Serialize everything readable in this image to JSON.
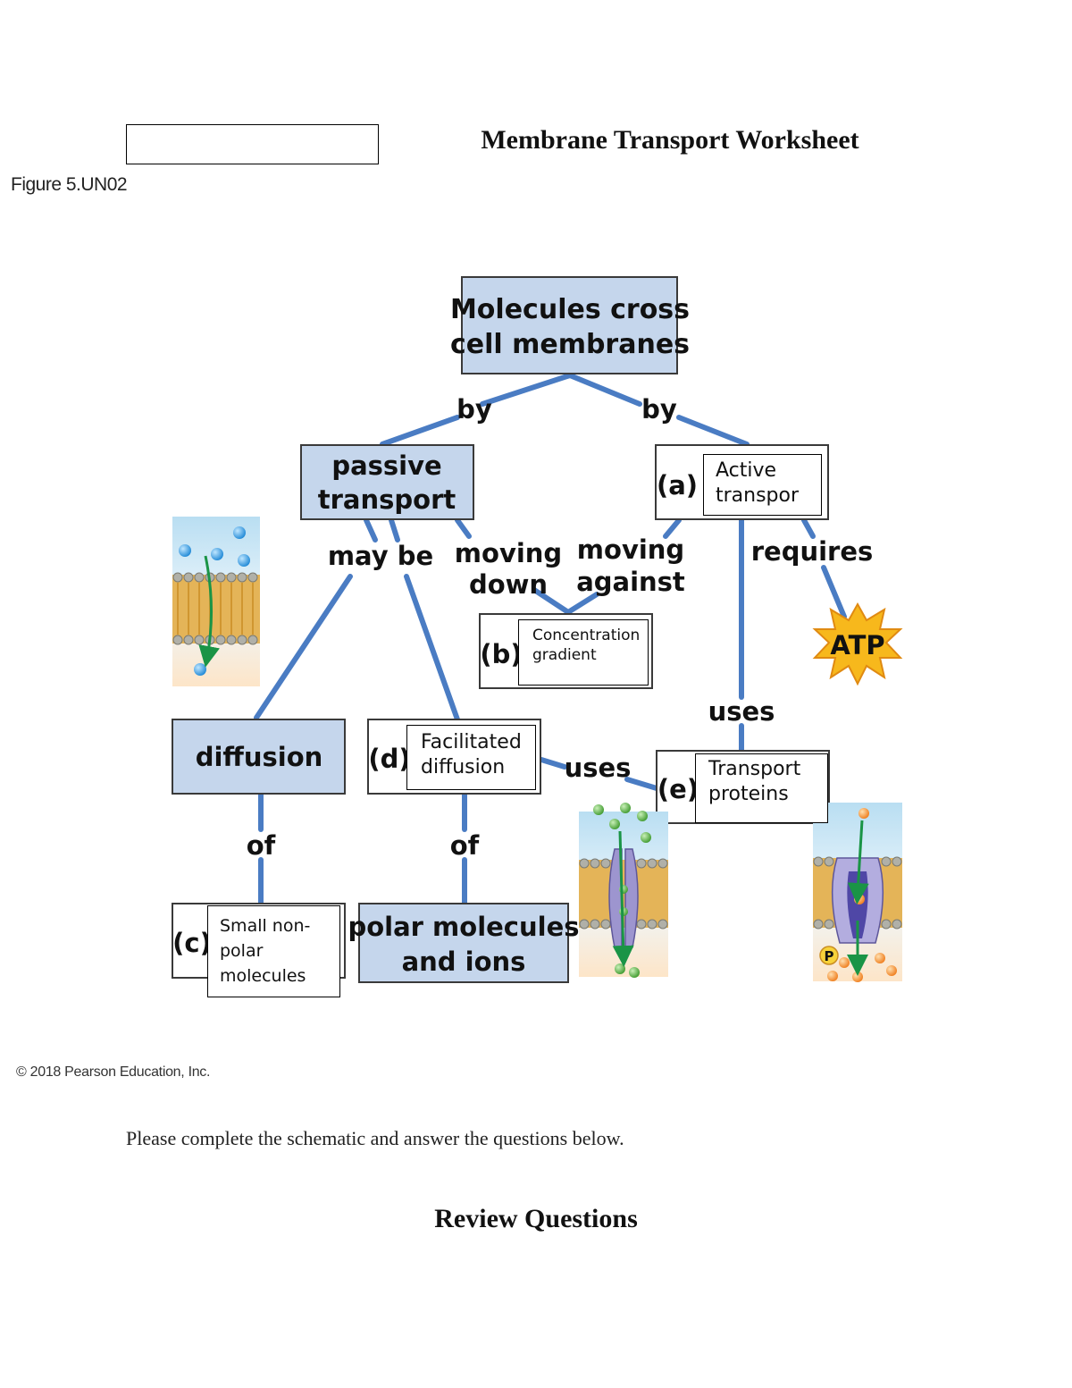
{
  "header": {
    "doc_title": "Membrane Transport Worksheet",
    "figure_label": "Figure 5.UN02"
  },
  "diagram": {
    "root_line1": "Molecules cross",
    "root_line2": "cell membranes",
    "by_left": "by",
    "by_right": "by",
    "passive_line1": "passive",
    "passive_line2": "transport",
    "label_a": "(a)",
    "answer_a": "Active transpor",
    "may_be": "may be",
    "moving_down_1": "moving",
    "moving_down_2": "down",
    "moving_against_1": "moving",
    "moving_against_2": "against",
    "requires": "requires",
    "atp": "ATP",
    "label_b": "(b)",
    "answer_b": "Concentration gradient",
    "uses_active": "uses",
    "diffusion": "diffusion",
    "label_d": "(d)",
    "answer_d": "Facilitated diffusion",
    "uses_facilitated": "uses",
    "label_e": "(e)",
    "answer_e": "Transport proteins",
    "of_left": "of",
    "of_mid": "of",
    "label_c": "(c)",
    "answer_c": "Small non-polar molecules",
    "polar_line1": "polar molecules",
    "polar_line2": "and ions",
    "atp_p": "P"
  },
  "footer": {
    "copyright": "© 2018 Pearson Education, Inc.",
    "instructions": "Please complete the schematic and answer the questions below.",
    "review_heading": "Review Questions"
  },
  "colors": {
    "node_fill": "#c5d6ec",
    "connector": "#4a7cc3",
    "membrane": "#d9a23c",
    "atp_burst": "#f7b81c"
  }
}
